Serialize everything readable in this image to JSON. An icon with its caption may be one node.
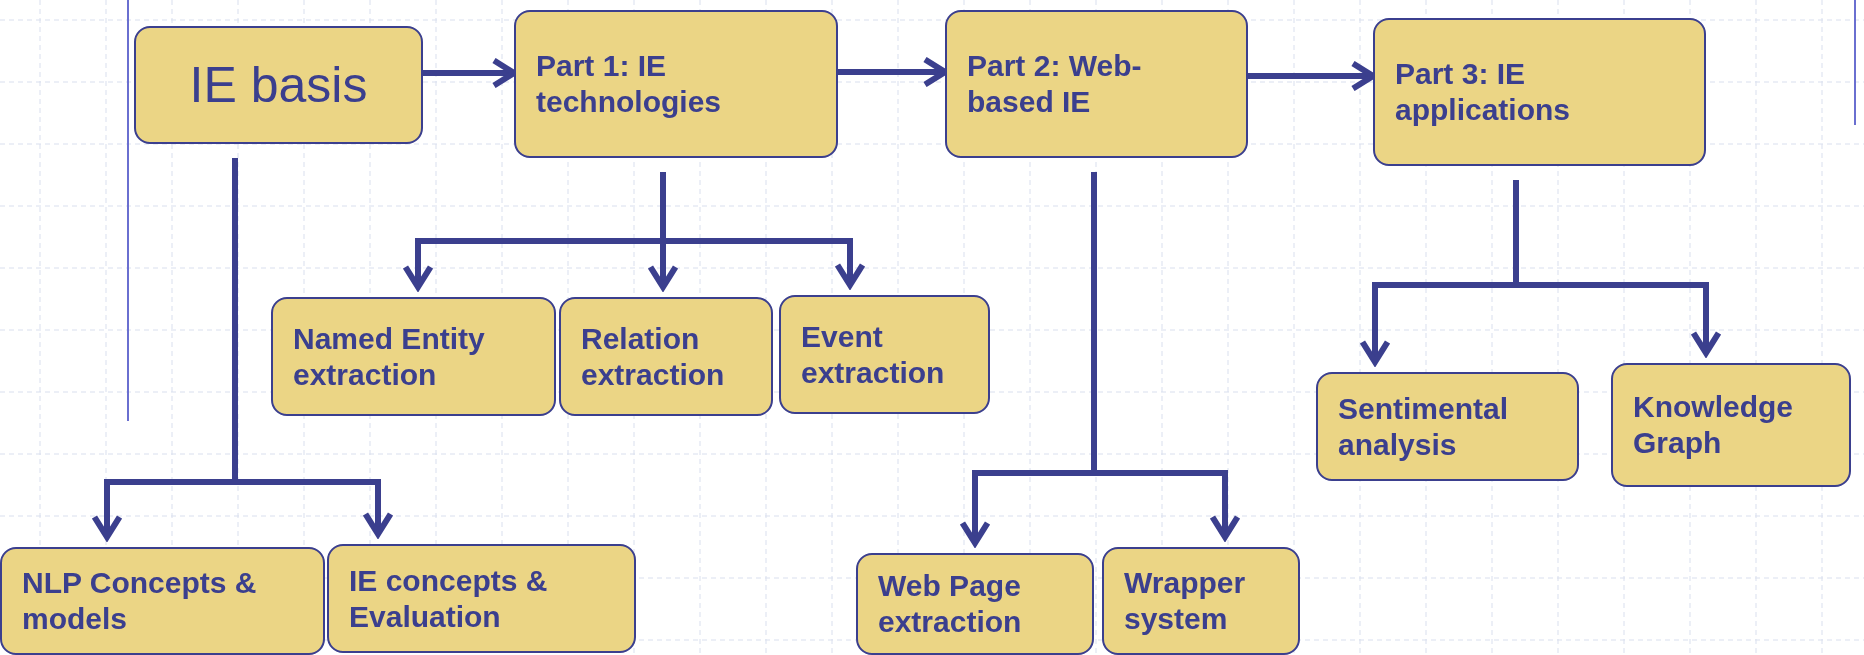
{
  "diagram": {
    "nodes": [
      {
        "text": [
          "IE basis"
        ]
      },
      {
        "text": [
          "Part 1: IE technologies"
        ]
      },
      {
        "text": [
          "Part 2: Web-based IE"
        ]
      },
      {
        "text": [
          "Part 3: IE applications"
        ]
      },
      {
        "text": [
          "Named Entity extraction"
        ]
      },
      {
        "text": [
          "Relation extraction"
        ]
      },
      {
        "text": [
          "Event extraction"
        ]
      },
      {
        "text": [
          "Sentimental analysis"
        ]
      },
      {
        "text": [
          "Knowledge Graph"
        ]
      },
      {
        "text": [
          "NLP Concepts & models"
        ]
      },
      {
        "text": [
          "IE concepts & Evaluation"
        ]
      },
      {
        "text": [
          "Web Page extraction"
        ]
      },
      {
        "text": [
          "Wrapper system"
        ]
      }
    ],
    "edges": [
      {
        "from": 0,
        "to": 1,
        "arrow": "to"
      },
      {
        "from": 1,
        "to": 2,
        "arrow": "to"
      },
      {
        "from": 2,
        "to": 3,
        "arrow": "to"
      },
      {
        "from": 0,
        "to": 9,
        "arrow": "to"
      },
      {
        "from": 0,
        "to": 10,
        "arrow": "to"
      },
      {
        "from": 1,
        "to": 4,
        "arrow": "to"
      },
      {
        "from": 1,
        "to": 5,
        "arrow": "to"
      },
      {
        "from": 1,
        "to": 6,
        "arrow": "to"
      },
      {
        "from": 2,
        "to": 11,
        "arrow": "to"
      },
      {
        "from": 2,
        "to": 12,
        "arrow": "to"
      },
      {
        "from": 3,
        "to": 7,
        "arrow": "to"
      },
      {
        "from": 3,
        "to": 8,
        "arrow": "to"
      }
    ]
  }
}
